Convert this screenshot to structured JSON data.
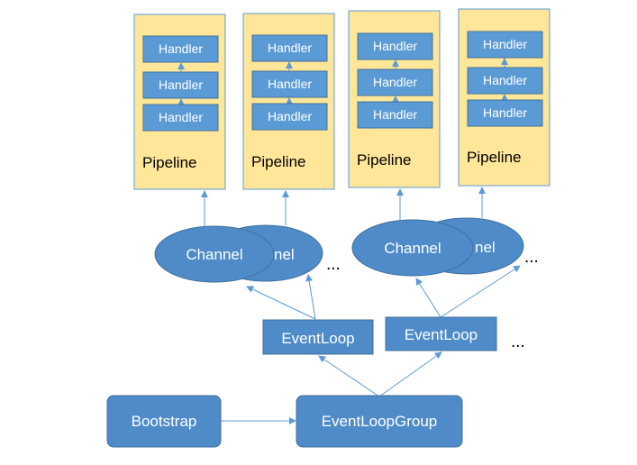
{
  "pipelines": [
    {
      "label": "Pipeline",
      "handlers": [
        "Handler",
        "Handler",
        "Handler"
      ]
    },
    {
      "label": "Pipeline",
      "handlers": [
        "Handler",
        "Handler",
        "Handler"
      ]
    },
    {
      "label": "Pipeline",
      "handlers": [
        "Handler",
        "Handler",
        "Handler"
      ]
    },
    {
      "label": "Pipeline",
      "handlers": [
        "Handler",
        "Handler",
        "Handler"
      ]
    }
  ],
  "channels": [
    {
      "front_label": "Channel",
      "back_label": "nel"
    },
    {
      "front_label": "Channel",
      "back_label": "nel"
    }
  ],
  "event_loops": [
    {
      "label": "EventLoop"
    },
    {
      "label": "EventLoop"
    }
  ],
  "ellipses": [
    "...",
    "...",
    "..."
  ],
  "bootstrap": {
    "label": "Bootstrap"
  },
  "event_loop_group": {
    "label": "EventLoopGroup"
  },
  "colors": {
    "pipeline_fill": "#FFE699",
    "box_fill": "#5B9BD5",
    "dark_fill": "#4E8BC8",
    "stroke": "#41719C",
    "arrow": "#5B9BD5"
  }
}
